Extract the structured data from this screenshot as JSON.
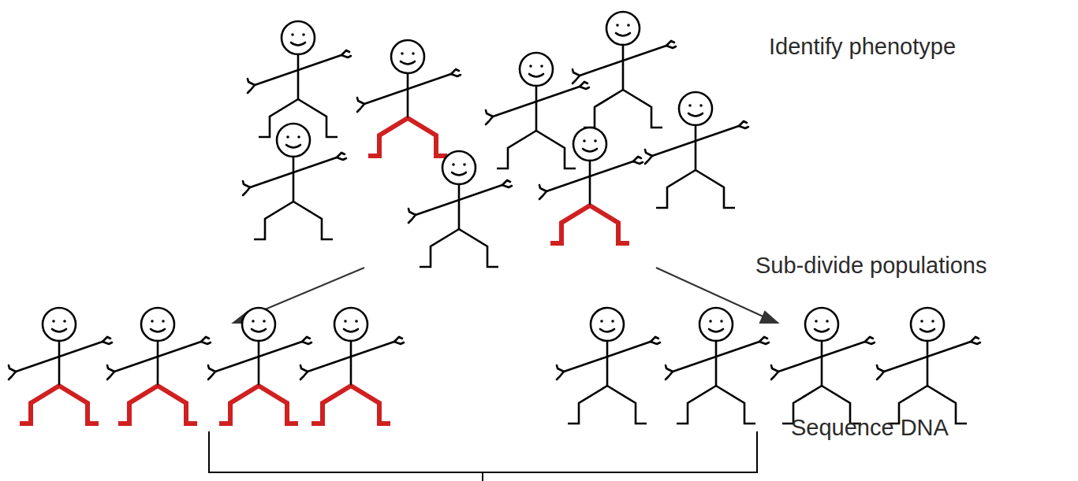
{
  "diagram": {
    "labels": [
      "Identify phenotype",
      "Sub-divide populations",
      "Sequence DNA"
    ]
  }
}
